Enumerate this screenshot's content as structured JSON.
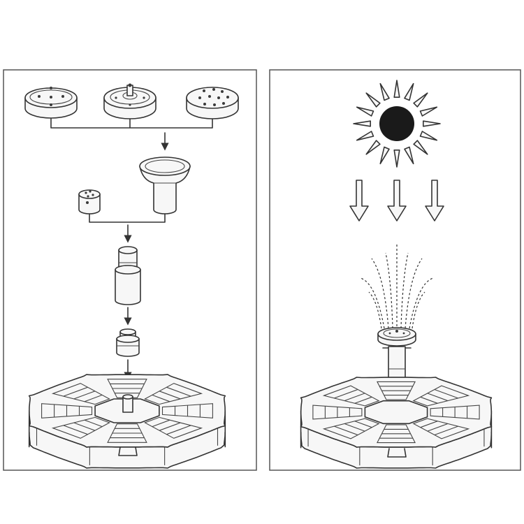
{
  "figure": {
    "left_panel": {
      "parts": [
        "nozzle-flat",
        "nozzle-spray",
        "nozzle-holes",
        "nozzle-adapter",
        "cap",
        "extension-pipe",
        "connector",
        "fountain-base"
      ]
    },
    "right_panel": {
      "parts": [
        "sun",
        "sunlight-arrows",
        "water-spray",
        "assembled-fountain"
      ]
    },
    "colors": {
      "line": "#333333",
      "panel_border": "#555555",
      "sun": "#1a1a1a",
      "background": "#ffffff"
    }
  }
}
